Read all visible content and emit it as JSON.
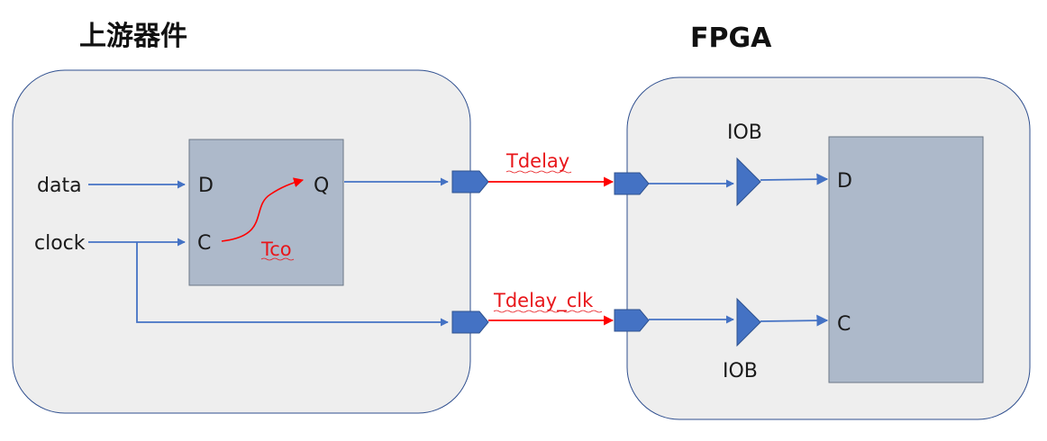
{
  "upstream": {
    "title": "上游器件",
    "inputs": {
      "data": "data",
      "clock": "clock"
    },
    "flipflop": {
      "d": "D",
      "c": "C",
      "q": "Q"
    },
    "tco_label": "Tco"
  },
  "fpga": {
    "title": "FPGA",
    "iob_top": "IOB",
    "iob_bottom": "IOB",
    "ports": {
      "d": "D",
      "c": "C"
    }
  },
  "links": {
    "data_delay": "Tdelay",
    "clock_delay": "Tdelay_clk"
  },
  "colors": {
    "panel_fill": "#eeeeee",
    "panel_stroke": "#2f4f8f",
    "block_fill": "#adb9ca",
    "block_stroke": "#6b7686",
    "wire": "#4472c4",
    "port": "#4472c4",
    "delay": "#ff0000"
  }
}
